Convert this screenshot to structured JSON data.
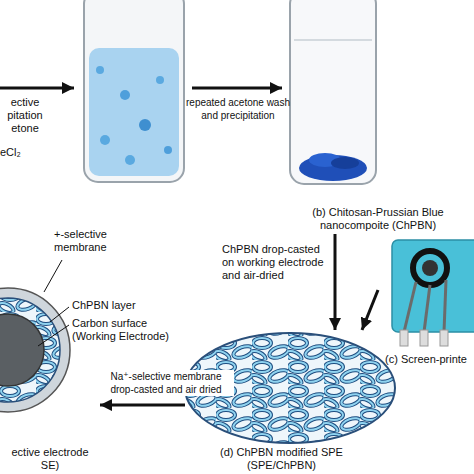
{
  "diagram": {
    "nodes": [
      {
        "text": [
          "(b) Chitosan-Prussian Blue nanocompoite (ChPBN)"
        ]
      },
      {
        "text": [
          "(c) Screen-printe"
        ]
      },
      {
        "text": [
          "(d) ChPBN modified SPE (SPE/ChPBN)"
        ]
      },
      {
        "text": [
          "ective electrode SE)"
        ]
      }
    ],
    "edges": [
      {
        "from": 0,
        "to": 2,
        "arrow": "to",
        "label": "ChPBN drop-casted on working electrode and air-dried"
      },
      {
        "from": 1,
        "to": 2,
        "arrow": "to"
      },
      {
        "from": 2,
        "to": 3,
        "arrow": "to",
        "label": "Na⁺-selective membrane drop-casted and air dried"
      }
    ],
    "labels": [
      "ective pitation etone",
      "eCl₂",
      "repeated acetone wash and precipitation",
      "+-selective membrane",
      "ChPBN layer",
      "Carbon surface (Working Electrode)"
    ]
  }
}
